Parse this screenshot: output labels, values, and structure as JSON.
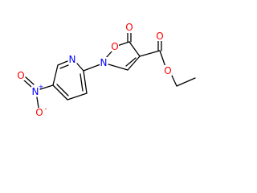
{
  "molecule": {
    "atoms": [
      {
        "id": "O_carbonyl",
        "symbol": "O",
        "color": "#ff0000"
      },
      {
        "id": "O_ring",
        "symbol": "O",
        "color": "#ff0000"
      },
      {
        "id": "O_ester_carbonyl",
        "symbol": "O",
        "color": "#ff0000"
      },
      {
        "id": "O_ester",
        "symbol": "O",
        "color": "#ff0000"
      },
      {
        "id": "N_ring",
        "symbol": "N",
        "color": "#0000ff"
      },
      {
        "id": "N_pyridine",
        "symbol": "N",
        "color": "#0000ff"
      },
      {
        "id": "N_nitro",
        "symbol": "N",
        "color": "#0000ff",
        "charge": "+"
      },
      {
        "id": "O_nitro_double",
        "symbol": "O",
        "color": "#ff0000"
      },
      {
        "id": "O_nitro_single",
        "symbol": "O",
        "color": "#ff0000",
        "charge": "-"
      }
    ]
  }
}
